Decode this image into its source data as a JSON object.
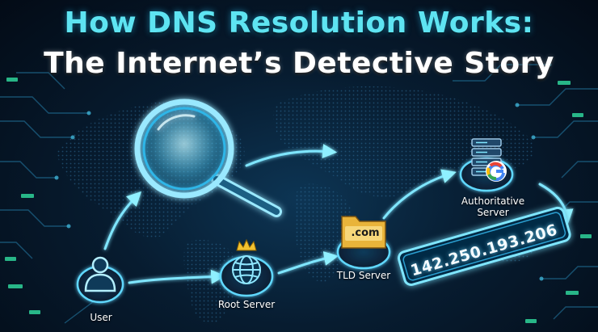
{
  "title": {
    "line1": "How DNS Resolution Works:",
    "line2": "The Internet’s Detective Story"
  },
  "nodes": {
    "user": {
      "label": "User",
      "icon": "user-icon"
    },
    "root": {
      "label": "Root Server",
      "icon": "globe-icon",
      "badge_icon": "crown-icon"
    },
    "tld": {
      "label": "TLD Server",
      "icon": "folder-icon",
      "badge": ".com"
    },
    "auth": {
      "label_line1": "Authoritative",
      "label_line2": "Server",
      "icon": "server-stack-icon",
      "badge_icon": "google-g-icon"
    }
  },
  "result": {
    "ip": "142.250.193.206"
  },
  "decor": {
    "magnifier_icon": "magnifying-glass-icon",
    "background": "world-map-circuit-board"
  },
  "colors": {
    "title_cyan": "#5ee4f2",
    "title_white": "#ffffff",
    "glow_cyan": "#46d8ff",
    "crown_gold": "#f2c230",
    "folder_yellow": "#e9b43a",
    "background_dark": "#04101c"
  }
}
